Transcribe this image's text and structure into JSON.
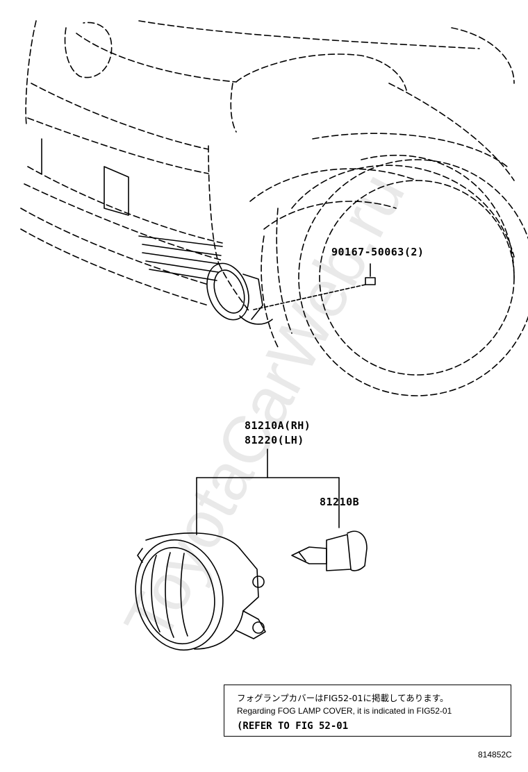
{
  "watermark": "ToyotaCarWeb.ru",
  "parts": {
    "bolt": "90167-50063(2)",
    "fog_lamp_rh": "81210A(RH)",
    "fog_lamp_lh": "81220(LH)",
    "bulb": "81210B"
  },
  "note": {
    "jp": "フォグランプカバーはFIG52-01に掲載してあります。",
    "en": "Regarding FOG LAMP COVER, it is indicated in FIG52-01",
    "ref": "(REFER TO FIG 52-01"
  },
  "figure_id": "814852C"
}
